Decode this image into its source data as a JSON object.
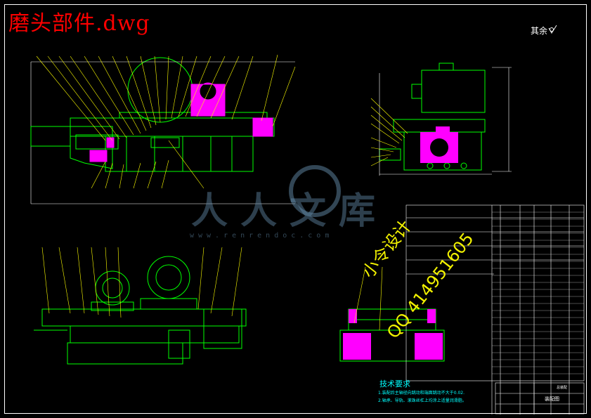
{
  "file_title": "磨头部件.dwg",
  "roughness_note": "其余",
  "technical_requirements": {
    "title": "技术要求",
    "lines": [
      "1.装配后主轴径向跳动和端面跳动不大于0.02.",
      "2.轴承、导轨、滚珠丝杠上均涂上适量润滑脂。"
    ]
  },
  "watermark": {
    "brand": "人人文库",
    "url": "www.renrendoc.com",
    "designer": "小令设计",
    "qq": "QQ 414951605"
  },
  "title_block": {
    "drawing_name": "装配图",
    "label_assembly": "总装配"
  },
  "colors": {
    "background": "#000000",
    "outline": "#00ff00",
    "section_fill": "#ff00ff",
    "leaders": "#ffff00",
    "frame": "#ffffff",
    "watermark_text": "#ffff00",
    "title_text": "#ff0000"
  }
}
